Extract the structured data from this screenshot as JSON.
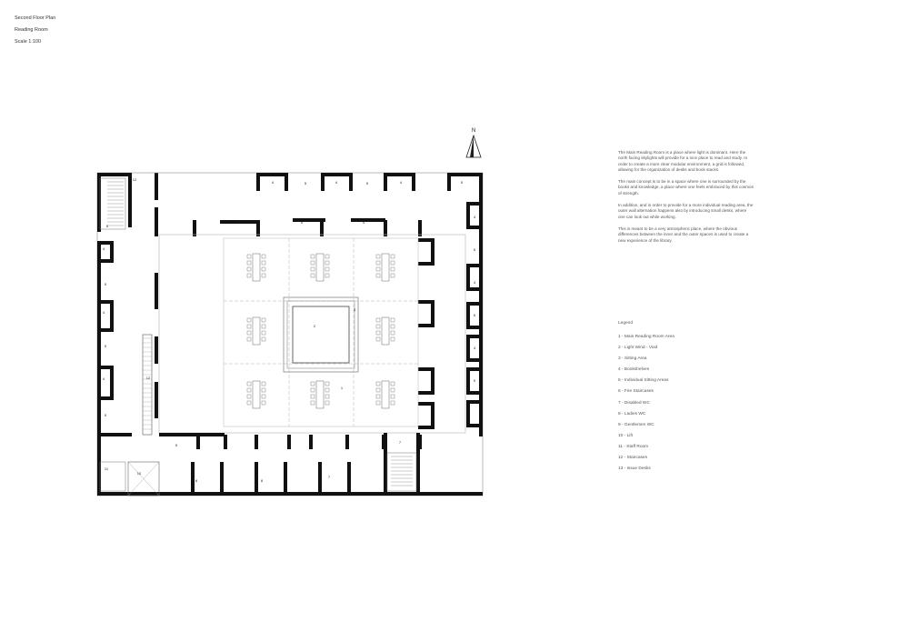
{
  "sheet": {
    "title": "Second Floor Plan",
    "subtitle": "Reading Room",
    "scale": "Scale 1:100",
    "north_label": "N"
  },
  "description": [
    "The Main Reading Room is a place where light is dominant. Here the north facing skylights will provide for a nice place to read and study. In order to create a more clear modular environment, a grid is followed, allowing for the organization of desks and book stacks.",
    "The main concept is to be in a space where one is surrounded by the books and knowledge, a place where one feels embraced by this cosmos of strength.",
    "In addition, and in order to provide for a more individual reading area, the outer wall alternation happens also by introducing small desks, where one can look out while working.",
    "This is meant to be a very atmospheric place, where the obvious differences between the inner and the outer spaces is used to create a new experience of the library."
  ],
  "legend": {
    "title": "Legend",
    "items": [
      "1 - Main Reading Room Area",
      "2 - Light Wind - Void",
      "3 - Sitting Area",
      "4 - Bookshelves",
      "5 - Individual Sitting Areas",
      "6 - Fire Staircases",
      "7 - Disabled WC",
      "8 - Ladies WC",
      "9 - Gentlemen WC",
      "10 - Lift",
      "11 - Staff Room",
      "12 - Staircases",
      "13 - Issue Desks"
    ]
  },
  "plan_labels": {
    "void": "2",
    "sitting": "3",
    "reading": "1",
    "issue_desk": "12",
    "lift": "10",
    "staff": "11",
    "shelves": "4",
    "individual": "5",
    "fire_stair": "6",
    "disabled": "7",
    "ladies": "8",
    "gents": "9",
    "corridor": "5",
    "stair_top": "12"
  },
  "colors": {
    "wall": "#111111",
    "line": "#777777",
    "light": "#b5b5b5",
    "paper": "#ffffff"
  }
}
